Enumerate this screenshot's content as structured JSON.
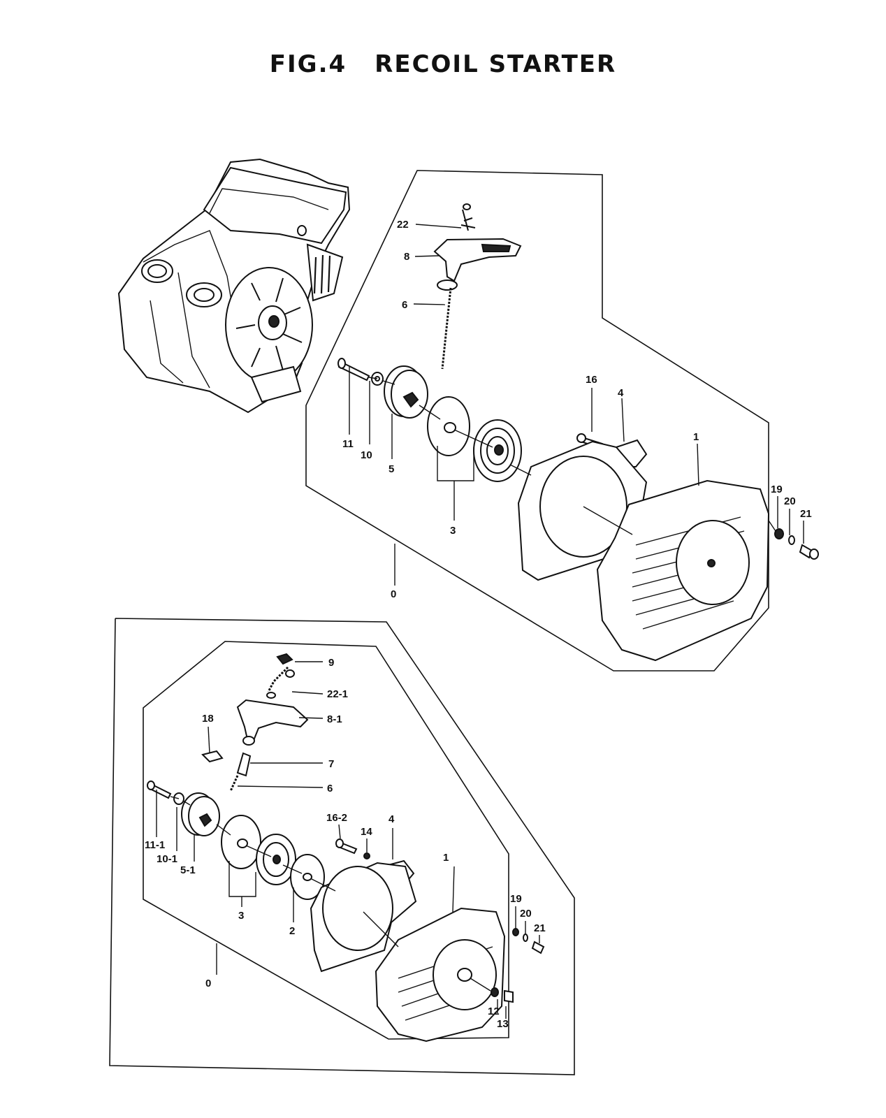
{
  "figure": {
    "number": "FIG.4",
    "title": "RECOIL STARTER"
  },
  "upper_assembly": {
    "callouts": [
      "22",
      "8",
      "6",
      "16",
      "4",
      "1",
      "11",
      "10",
      "5",
      "3",
      "19",
      "20",
      "21",
      "0"
    ]
  },
  "lower_assembly": {
    "callouts": [
      "9",
      "22-1",
      "8-1",
      "18",
      "7",
      "6",
      "16-2",
      "14",
      "4",
      "1",
      "11-1",
      "10-1",
      "5-1",
      "3",
      "2",
      "19",
      "20",
      "21",
      "12",
      "13",
      "0"
    ]
  }
}
